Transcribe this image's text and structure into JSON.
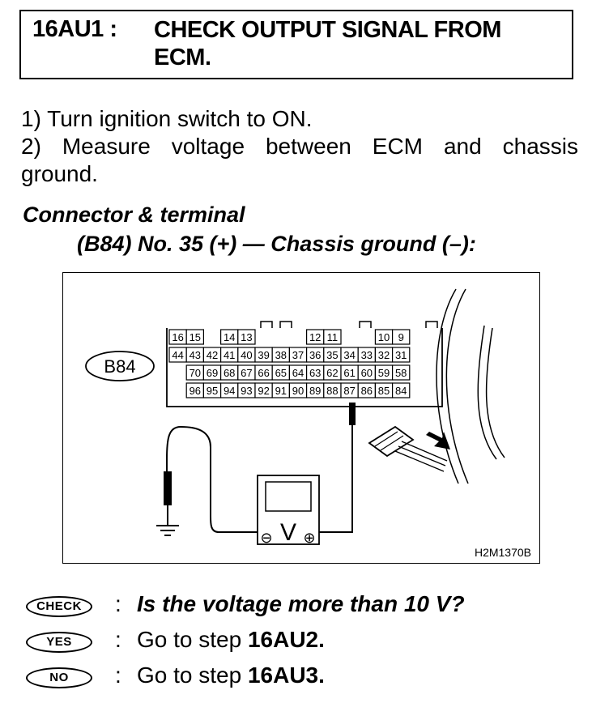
{
  "header": {
    "step_id": "16AU1 :",
    "title_line1": "CHECK OUTPUT SIGNAL FROM",
    "title_line2": "ECM."
  },
  "instructions": {
    "line1": "1)  Turn ignition switch to ON.",
    "line2": "2)  Measure  voltage  between  ECM  and  chassis",
    "line3": "ground."
  },
  "connector": {
    "section_label": "Connector & terminal",
    "spec": "(B84) No. 35 (+) — Chassis ground (–):"
  },
  "diagram": {
    "connector_label": "B84",
    "figure_code": "H2M1370B",
    "meter_symbol": "V",
    "minus_symbol": "⊖",
    "plus_symbol": "⊕",
    "top_row": [
      {
        "n": "16"
      },
      {
        "n": "15"
      },
      {
        "n": ""
      },
      {
        "n": "14"
      },
      {
        "n": "13"
      },
      {
        "n": ""
      },
      {
        "n": ""
      },
      {
        "n": ""
      },
      {
        "n": "12"
      },
      {
        "n": "11"
      },
      {
        "n": ""
      },
      {
        "n": ""
      },
      {
        "n": "10"
      },
      {
        "n": "9"
      },
      {
        "n": ""
      },
      {
        "n": ""
      }
    ],
    "row2": [
      "44",
      "43",
      "42",
      "41",
      "40",
      "39",
      "38",
      "37",
      "36",
      "35",
      "34",
      "33",
      "32",
      "31"
    ],
    "row3": [
      "70",
      "69",
      "68",
      "67",
      "66",
      "65",
      "64",
      "63",
      "62",
      "61",
      "60",
      "59",
      "58"
    ],
    "row4": [
      "96",
      "95",
      "94",
      "93",
      "92",
      "91",
      "90",
      "89",
      "88",
      "87",
      "86",
      "85",
      "84"
    ]
  },
  "answers": {
    "check_badge": "CHECK",
    "yes_badge": "YES",
    "no_badge": "NO",
    "colon": ":",
    "question": "Is the voltage more than 10 V?",
    "goto_prefix": "Go to step ",
    "yes_step": "16AU2.",
    "no_step": "16AU3."
  }
}
